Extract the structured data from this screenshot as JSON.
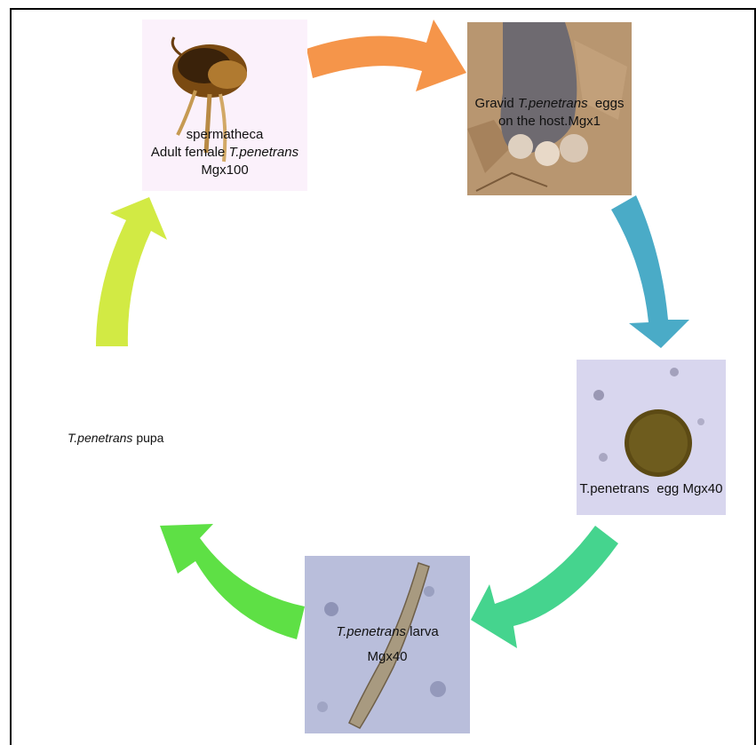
{
  "stages": {
    "adult": {
      "line1": "spermatheca",
      "line2_prefix": "Adult female ",
      "line2_italic": "T.penetrans",
      "line3": "Mgx100"
    },
    "gravid": {
      "line1_prefix": "Gravid ",
      "line1_italic": "T.penetrans",
      "line1_suffix": "  eggs",
      "line2": "on the host.Mgx1"
    },
    "egg": {
      "text": "T.penetrans  egg Mgx40"
    },
    "larva": {
      "line1_italic": "T.penetrans",
      "line1_suffix": " larva",
      "line2": "Mgx40"
    },
    "pupa": {
      "italic": "T.penetrans",
      "suffix": " pupa"
    }
  },
  "colors": {
    "arrow_orange": "#f5954a",
    "arrow_teal": "#4aabc7",
    "arrow_seagreen": "#45d48e",
    "arrow_green": "#5ee045",
    "arrow_yellowgreen": "#d2ea44"
  }
}
